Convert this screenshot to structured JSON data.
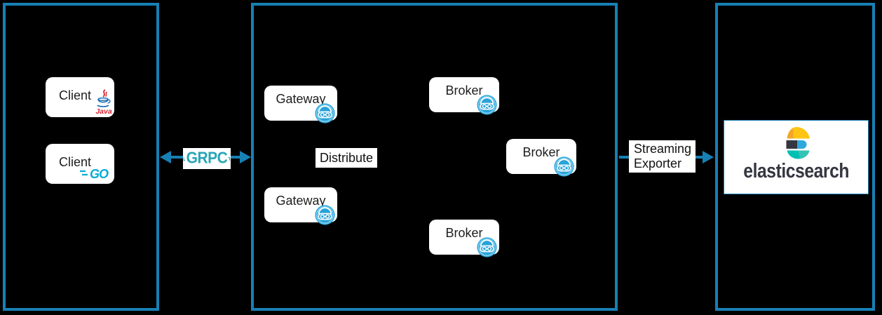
{
  "colors": {
    "accent": "#1780b4",
    "grpc_teal": "#29a6b6",
    "go_blue": "#00acd7",
    "java_red": "#d9232e",
    "java_blue": "#1569b3",
    "zeebe_blue": "#29a3d8",
    "es_yellow": "#fec514",
    "es_orange": "#f0a22e",
    "es_dark": "#343741",
    "es_blue": "#2fa8dd",
    "es_teal": "#00bfb3"
  },
  "clients_box": {
    "client_java": {
      "label": "Client",
      "logo": "java-logo",
      "logo_text": "Java"
    },
    "client_go": {
      "label": "Client",
      "logo": "go-logo",
      "logo_text": "GO"
    }
  },
  "cluster_box": {
    "gateway_1": {
      "label": "Gateway",
      "icon": "zeebe-icon"
    },
    "gateway_2": {
      "label": "Gateway",
      "icon": "zeebe-icon"
    },
    "broker_1": {
      "label": "Broker",
      "icon": "zeebe-icon"
    },
    "broker_2": {
      "label": "Broker",
      "icon": "zeebe-icon"
    },
    "broker_3": {
      "label": "Broker",
      "icon": "zeebe-icon"
    },
    "distribute_label": "Distribute"
  },
  "storage_box": {
    "elasticsearch": {
      "logo": "elasticsearch-logo",
      "wordmark": "elasticsearch"
    }
  },
  "connections": {
    "grpc": {
      "label": "GRPC",
      "direction": "bidirectional"
    },
    "streaming_exporter": {
      "label_line1": "Streaming",
      "label_line2": "Exporter",
      "direction": "right"
    }
  }
}
